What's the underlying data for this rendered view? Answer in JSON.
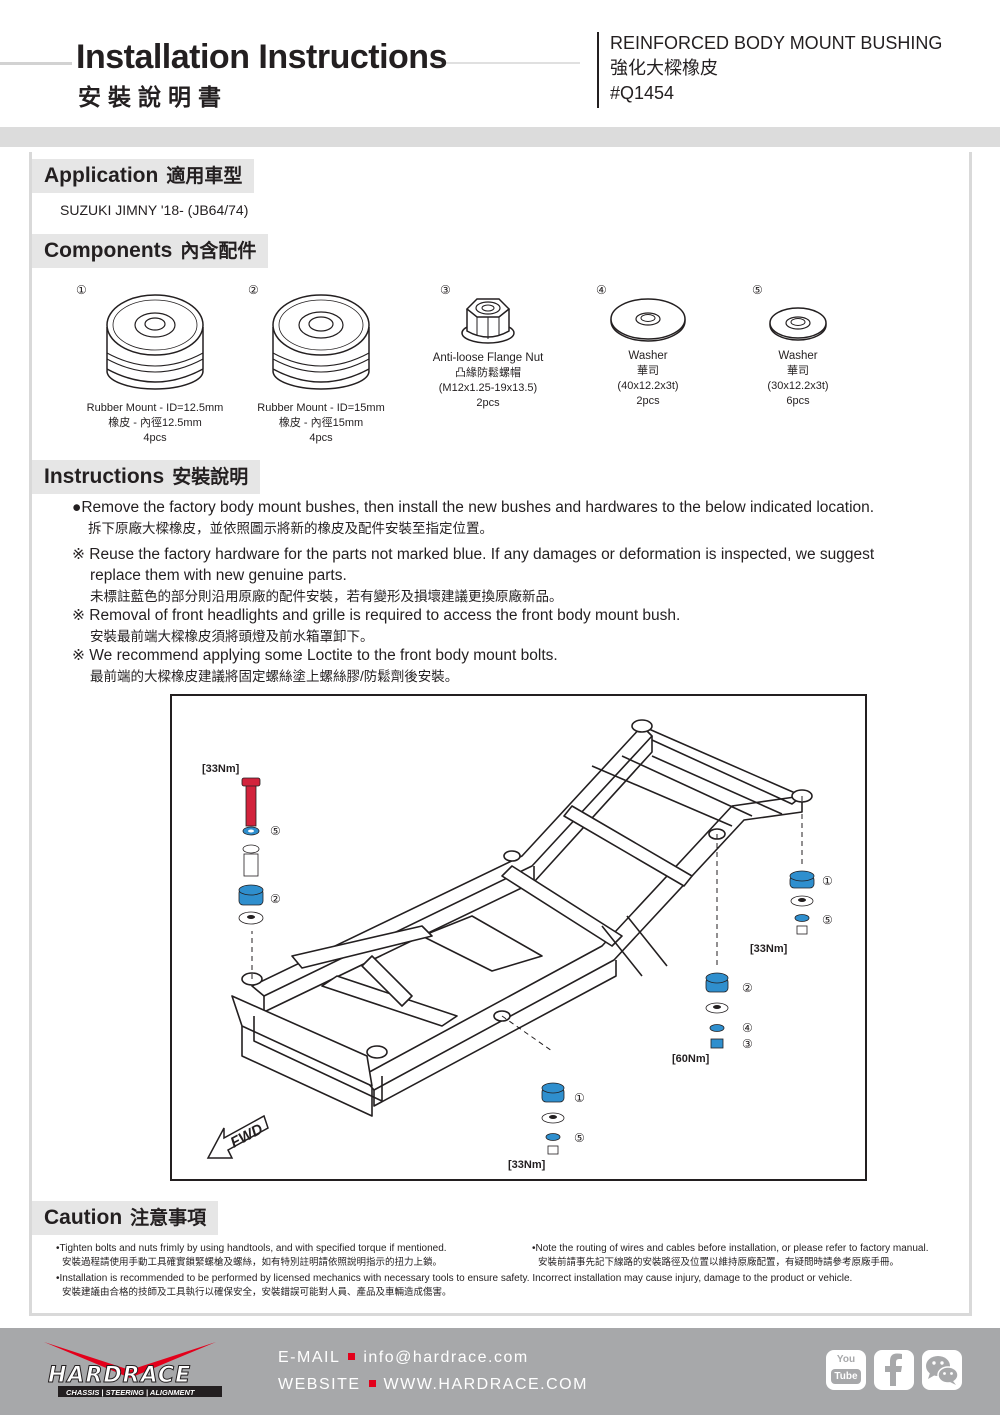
{
  "header": {
    "title_en": "Installation Instructions",
    "title_zh": "安裝說明書",
    "product_name_en": "REINFORCED BODY MOUNT BUSHING",
    "product_name_zh": "強化大樑橡皮",
    "part_number": "#Q1454"
  },
  "application": {
    "title_en": "Application",
    "title_zh": "適用車型",
    "vehicle": "SUZUKI JIMNY '18-  (JB64/74)"
  },
  "components": {
    "title_en": "Components",
    "title_zh": "內含配件",
    "items": [
      {
        "num": "①",
        "name": "Rubber Mount - ID=12.5mm",
        "name_zh": "橡皮 - 內徑12.5mm",
        "qty": "4pcs"
      },
      {
        "num": "②",
        "name": "Rubber Mount - ID=15mm",
        "name_zh": "橡皮 - 內徑15mm",
        "qty": "4pcs"
      },
      {
        "num": "③",
        "name": "Anti-loose Flange Nut",
        "name_zh": "凸緣防鬆螺帽",
        "spec": "(M12x1.25-19x13.5)",
        "qty": "2pcs"
      },
      {
        "num": "④",
        "name": "Washer",
        "name_zh": "華司",
        "spec": "(40x12.2x3t)",
        "qty": "2pcs"
      },
      {
        "num": "⑤",
        "name": "Washer",
        "name_zh": "華司",
        "spec": "(30x12.2x3t)",
        "qty": "6pcs"
      }
    ]
  },
  "instructions": {
    "title_en": "Instructions",
    "title_zh": "安裝說明",
    "main_en": "●Remove the factory body mount bushes, then install the new bushes and hardwares to the below indicated location.",
    "main_zh": "拆下原廠大樑橡皮，並依照圖示將新的橡皮及配件安裝至指定位置。",
    "note1_en_a": "※ Reuse the factory hardware for the parts not marked blue. If any damages or deformation is inspected, we suggest",
    "note1_en_b": "replace them with new genuine parts.",
    "note1_zh": "未標註藍色的部分則沿用原廠的配件安裝，若有變形及損壞建議更換原廠新品。",
    "note2_en": "※ Removal of front headlights and grille is required to access the front body mount bush.",
    "note2_zh": "安裝最前端大樑橡皮須將頭燈及前水箱罩卸下。",
    "note3_en": "※ We recommend applying some Loctite to the front body mount bolts.",
    "note3_zh": "最前端的大樑橡皮建議將固定螺絲塗上螺絲膠/防鬆劑後安裝。"
  },
  "diagram": {
    "torque_top_left": "[33Nm]",
    "torque_right": "[33Nm]",
    "torque_middle": "[60Nm]",
    "torque_bottom": "[33Nm]",
    "fwd": "FWD",
    "n1": "①",
    "n2": "②",
    "n3": "③",
    "n4": "④",
    "n5": "⑤"
  },
  "caution": {
    "title_en": "Caution",
    "title_zh": "注意事項",
    "c1_en": "•Tighten bolts and nuts frimly by using handtools, and with specified torque if mentioned.",
    "c1_zh": "安裝過程請使用手動工具確實鎖緊螺槍及螺絲，如有特別註明請依照說明指示的扭力上鎖。",
    "c2_en": "•Note the routing of wires and cables before installation, or please refer to factory manual.",
    "c2_zh": "安裝前請事先記下線路的安裝路徑及位置以維持原廠配置，有疑問時請參考原廠手冊。",
    "c3_en": "•Installation is recommended to be performed by licensed mechanics with necessary tools to ensure safety. Incorrect installation may cause injury, damage to the product or vehicle.",
    "c3_zh": "安裝建議由合格的技師及工具執行以確保安全，安裝錯誤可能對人員、產品及車輛造成傷害。"
  },
  "footer": {
    "brand": "HARDRACE",
    "tagline": "CHASSIS | STEERING | ALIGNMENT",
    "email_label": "E-MAIL",
    "email": "info@hardrace.com",
    "website_label": "WEBSITE",
    "website": "WWW.HARDRACE.COM",
    "youtube_top": "You",
    "youtube_bottom": "Tube",
    "social_icons": [
      "youtube-icon",
      "facebook-icon",
      "wechat-icon"
    ],
    "accent_color": "#e3001b",
    "bg_color": "#a7a8aa"
  },
  "colors": {
    "part_highlight": "#2f8fce",
    "bolt_highlight": "#d2233c",
    "section_bg": "#e6e6e6"
  }
}
